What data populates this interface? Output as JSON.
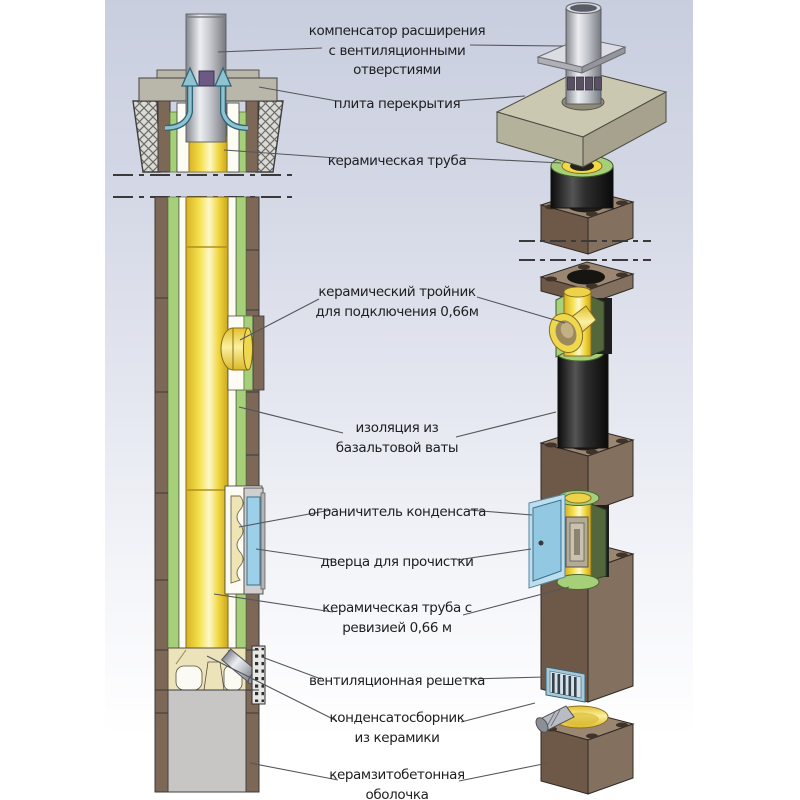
{
  "annotations": {
    "items": [
      {
        "id": "compensator",
        "text": "компенсатор расширения\nс вентиляционными\nотверстиями"
      },
      {
        "id": "floor-slab",
        "text": "плита перекрытия"
      },
      {
        "id": "ceramic-pipe",
        "text": "керамическая труба"
      },
      {
        "id": "ceramic-tee",
        "text": "керамический тройник\nдля подключения 0,66м"
      },
      {
        "id": "insulation",
        "text": "изоляция из\nбазальтовой ваты"
      },
      {
        "id": "condensate-limiter",
        "text": "ограничитель конденсата"
      },
      {
        "id": "cleaning-door",
        "text": "дверца для прочистки"
      },
      {
        "id": "pipe-with-revision",
        "text": "керамическая труба с\nревизией 0,66 м"
      },
      {
        "id": "ventilation-grille",
        "text": "вентиляционная решетка"
      },
      {
        "id": "condensate-collector",
        "text": "конденсатосборник\nиз керамики"
      },
      {
        "id": "concrete-shell",
        "text": "керамзитобетонная\nоболочка"
      }
    ]
  },
  "palette": {
    "background_top": "#c9cedf",
    "background_bottom": "#ffffff",
    "shell_brown": "#7d6757",
    "insulation_green": "#a5cf79",
    "ceramic_yellow": "#f2d847",
    "door_blue": "#9ccfe8",
    "concrete_gray": "#b9b6aa",
    "foundation_gray": "#c7c6c4",
    "metal_gray": "#c3c6cc",
    "arrow_teal": "#8fc3d2",
    "leader_line": "#55565a",
    "label_text": "#1d1e20"
  }
}
